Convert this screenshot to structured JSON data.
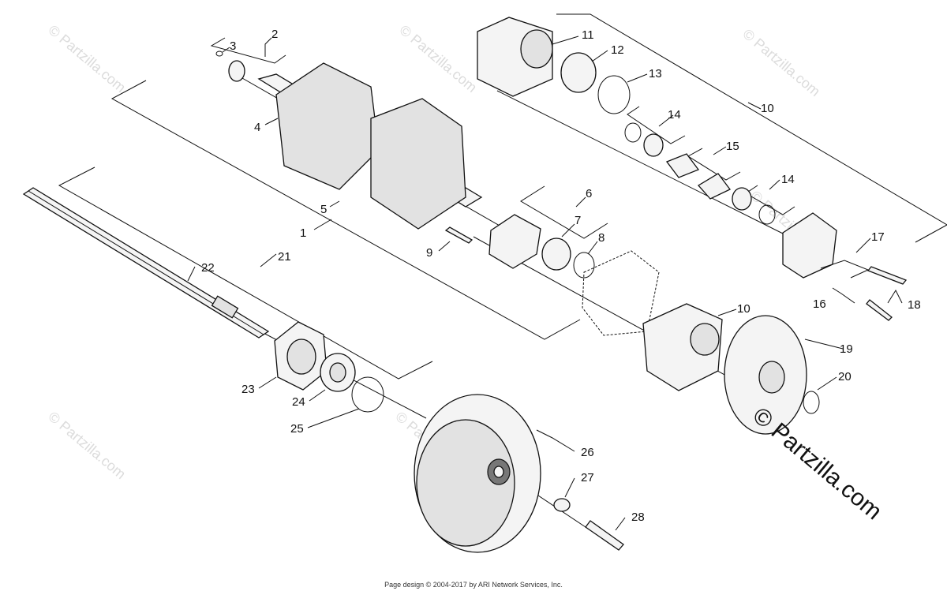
{
  "callouts": [
    {
      "n": "1"
    },
    {
      "n": "2"
    },
    {
      "n": "3"
    },
    {
      "n": "4"
    },
    {
      "n": "5"
    },
    {
      "n": "6"
    },
    {
      "n": "7"
    },
    {
      "n": "8"
    },
    {
      "n": "9"
    },
    {
      "n": "10"
    },
    {
      "n": "10"
    },
    {
      "n": "11"
    },
    {
      "n": "12"
    },
    {
      "n": "13"
    },
    {
      "n": "14"
    },
    {
      "n": "14"
    },
    {
      "n": "15"
    },
    {
      "n": "16"
    },
    {
      "n": "17"
    },
    {
      "n": "18"
    },
    {
      "n": "19"
    },
    {
      "n": "20"
    },
    {
      "n": "21"
    },
    {
      "n": "22"
    },
    {
      "n": "23"
    },
    {
      "n": "24"
    },
    {
      "n": "25"
    },
    {
      "n": "26"
    },
    {
      "n": "27"
    },
    {
      "n": "28"
    }
  ],
  "watermarks": [
    "© Partzilla.com",
    "© Partzilla.com",
    "© Partzilla.com",
    "© Partzilla.com",
    "© Partzilla.com",
    "© Partzilla.com"
  ],
  "brand_watermark": "© Partzilla.com",
  "footer": "Page design © 2004-2017 by ARI Network Services, Inc."
}
